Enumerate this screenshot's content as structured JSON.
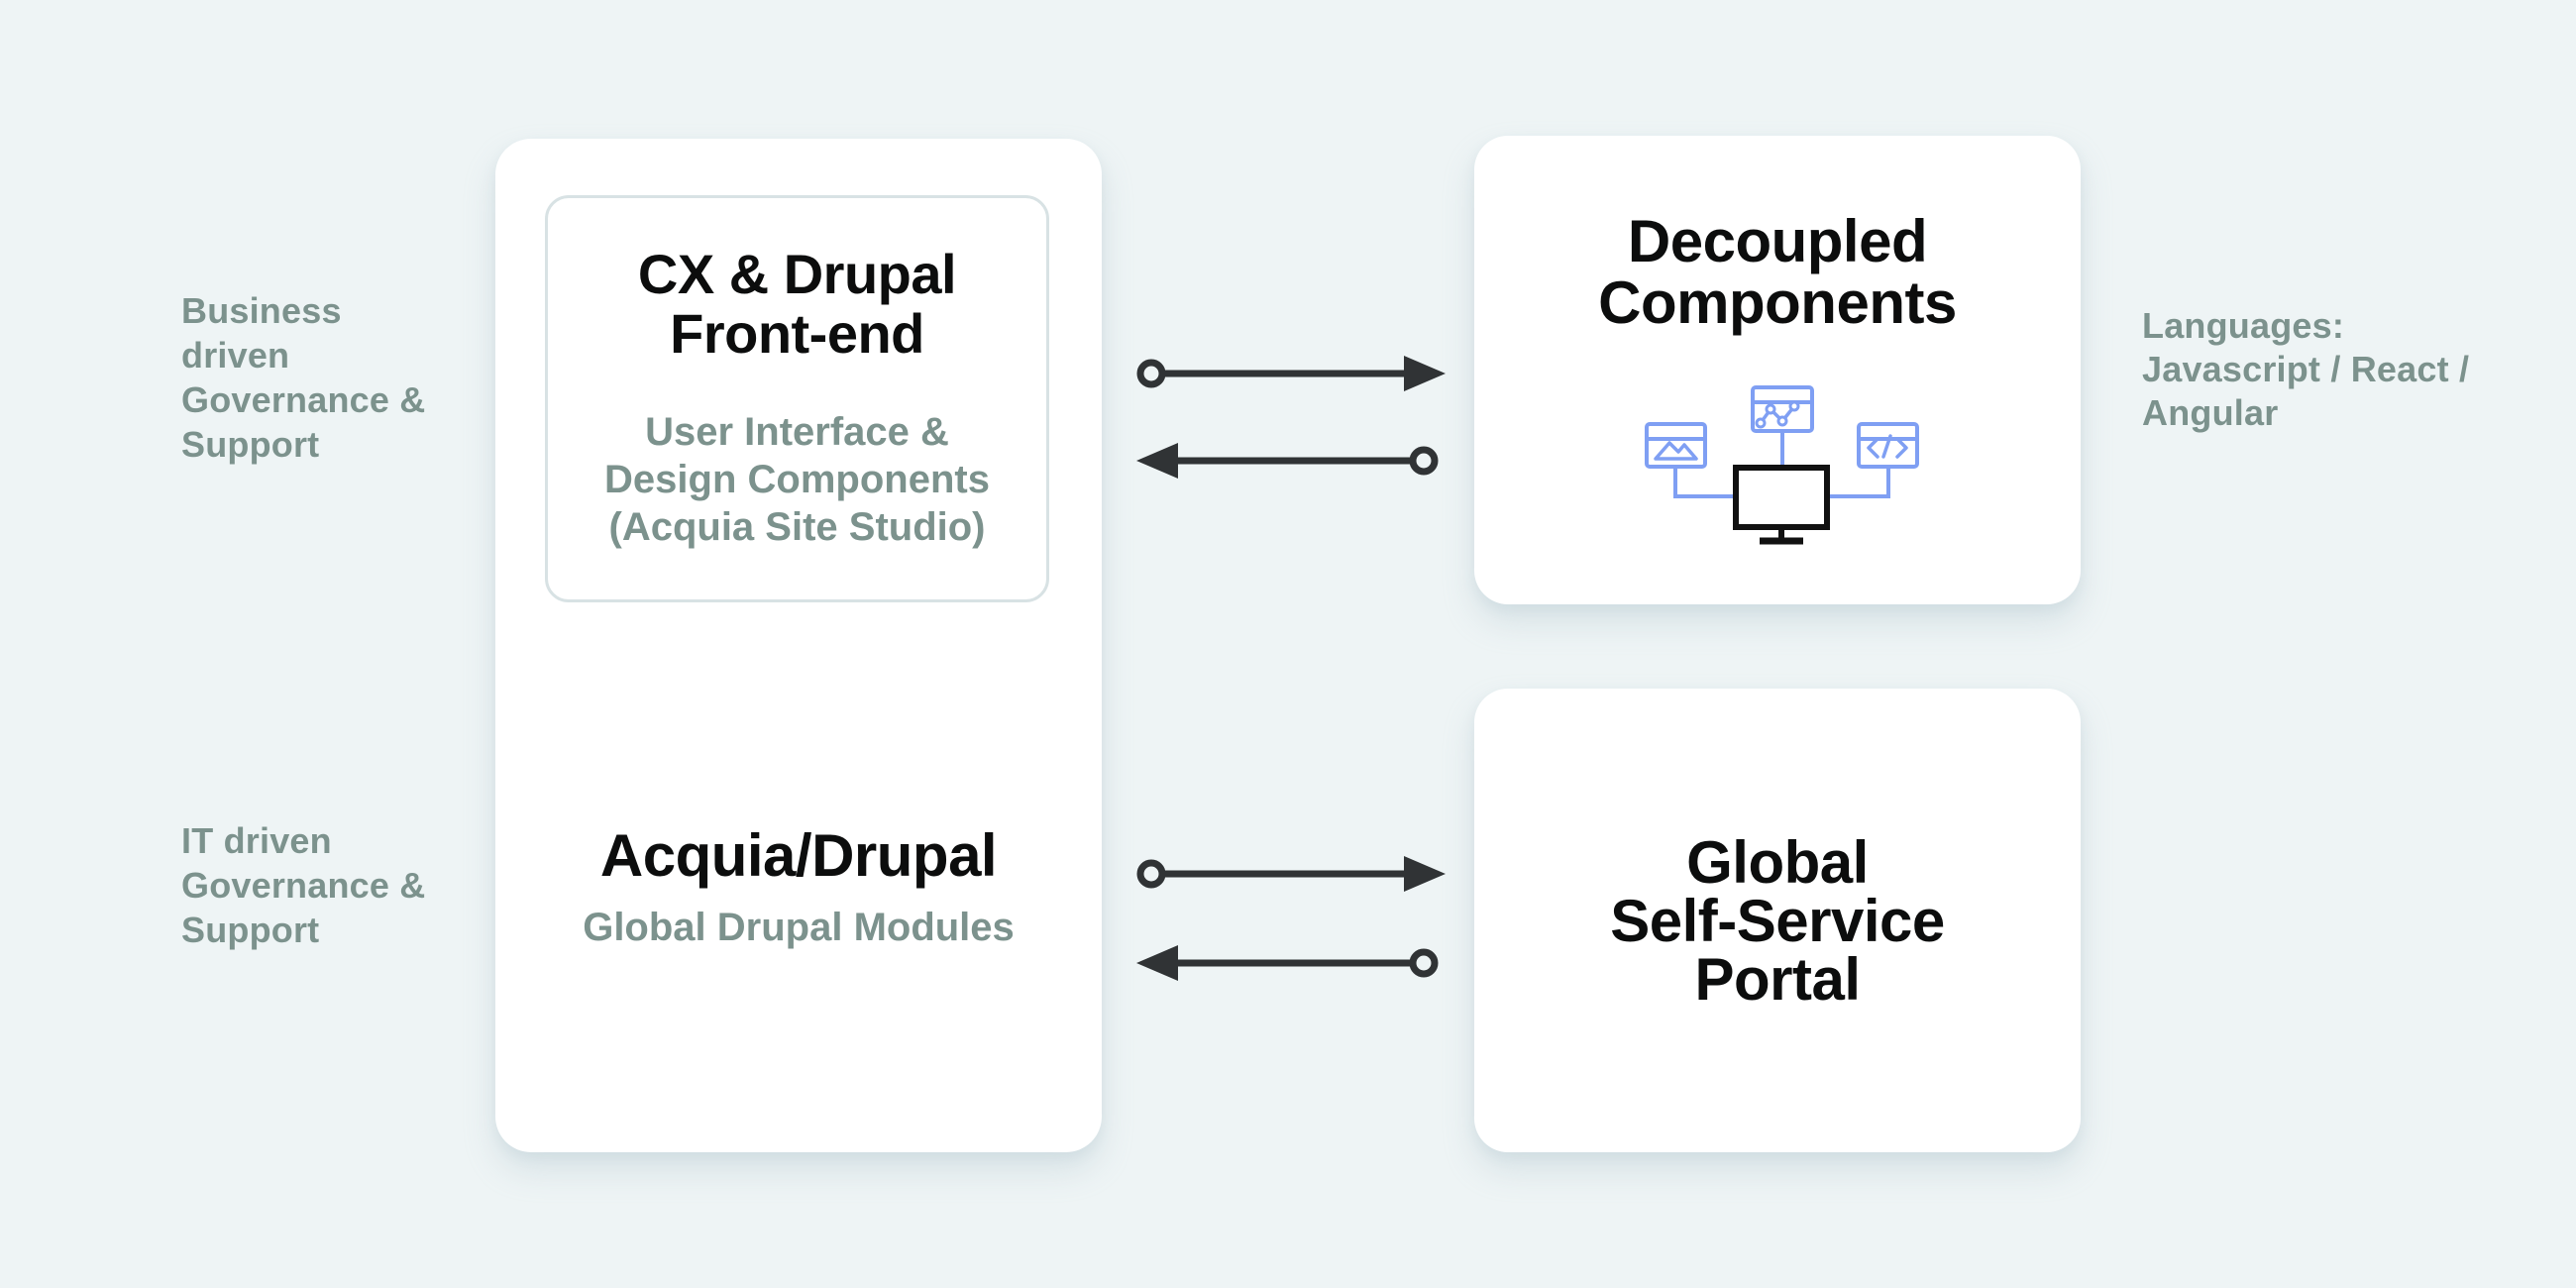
{
  "colors": {
    "background": "#eef4f5",
    "card": "#ffffff",
    "inner_box_border": "#d8e2e4",
    "muted_text": "#7c928d",
    "title_text": "#0c0d0d",
    "arrow": "#303335",
    "icon_blue": "#7f9ff3",
    "icon_black": "#111111"
  },
  "side_labels": {
    "business": {
      "lines": [
        "Business",
        "driven",
        "Governance &",
        "Support"
      ]
    },
    "it": {
      "lines": [
        "IT driven",
        "Governance &",
        "Support"
      ]
    },
    "languages": {
      "lines": [
        "Languages:",
        "Javascript / React /",
        "Angular"
      ]
    }
  },
  "platform_card": {
    "front_end": {
      "title_lines": [
        "CX & Drupal",
        "Front-end"
      ],
      "subtitle_lines": [
        "User Interface &",
        "Design Components",
        "(Acquia Site Studio)"
      ]
    },
    "acquia": {
      "title": "Acquia/Drupal",
      "subtitle": "Global Drupal Modules"
    }
  },
  "decoupled_card": {
    "title_lines": [
      "Decoupled",
      "Components"
    ],
    "icon": "monitor-connected-component-windows-icon"
  },
  "portal_card": {
    "title_lines": [
      "Global",
      "Self-Service",
      "Portal"
    ]
  },
  "connectors": {
    "top_forward": {
      "direction": "right",
      "tail": "circle",
      "head": "triangle"
    },
    "top_back": {
      "direction": "left",
      "tail": "circle",
      "head": "triangle"
    },
    "bottom_forward": {
      "direction": "right",
      "tail": "circle",
      "head": "triangle"
    },
    "bottom_back": {
      "direction": "left",
      "tail": "circle",
      "head": "triangle"
    }
  }
}
